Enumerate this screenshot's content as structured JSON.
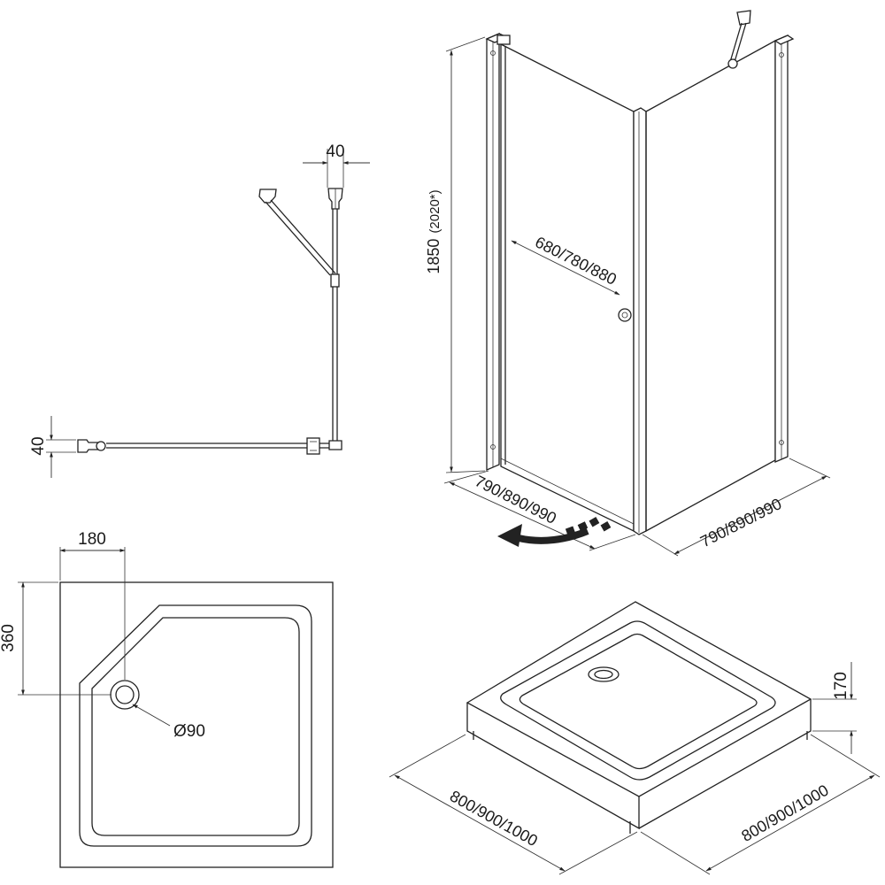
{
  "plan_view": {
    "dim_top": "40",
    "dim_left": "40"
  },
  "enclosure_3d": {
    "height": "1850",
    "height_alt": "(2020*)",
    "door_width": "680/780/880",
    "width_front": "790/890/990",
    "width_side": "790/890/990"
  },
  "tray_plan": {
    "drain_offset_x": "180",
    "drain_offset_y": "360",
    "drain_diameter": "Ø90"
  },
  "tray_3d": {
    "height": "170",
    "width_left": "800/900/1000",
    "width_right": "800/900/1000"
  }
}
